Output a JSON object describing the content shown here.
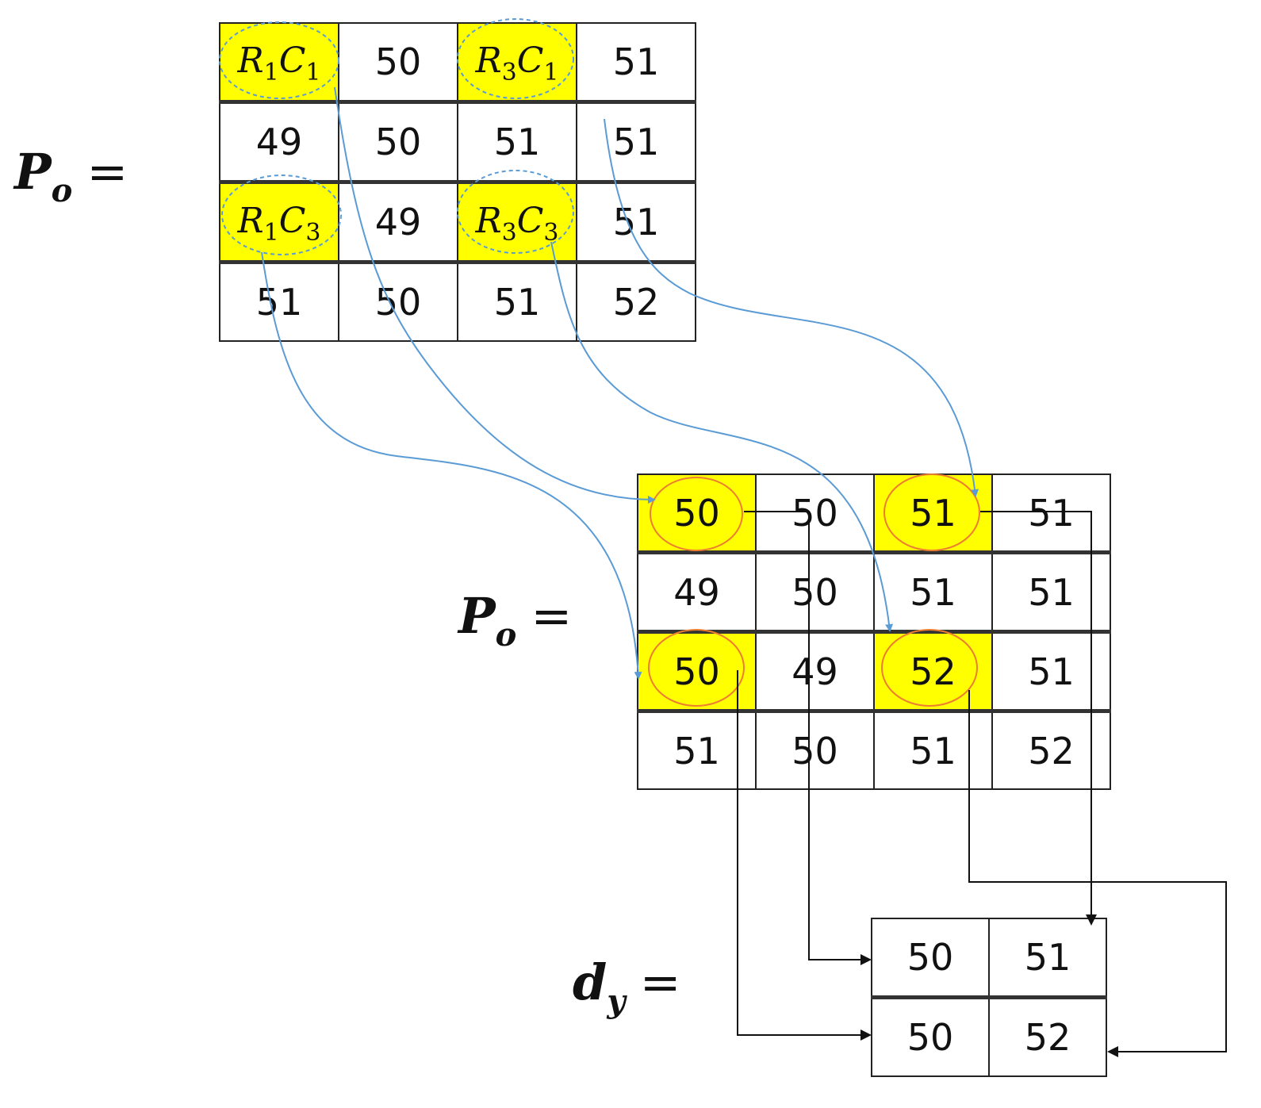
{
  "top_matrix": {
    "label": "P",
    "label_sub": "o",
    "equals": "=",
    "rows": [
      [
        {
          "r": "1",
          "c": "1"
        },
        "50",
        {
          "r": "3",
          "c": "1"
        },
        "51"
      ],
      [
        "49",
        "50",
        "51",
        "51"
      ],
      [
        {
          "r": "1",
          "c": "3"
        },
        "49",
        {
          "r": "3",
          "c": "3"
        },
        "51"
      ],
      [
        "51",
        "50",
        "51",
        "52"
      ]
    ]
  },
  "middle_matrix": {
    "label": "P",
    "label_sub": "o",
    "equals": "=",
    "rows": [
      [
        "50",
        "50",
        "51",
        "51"
      ],
      [
        "49",
        "50",
        "51",
        "51"
      ],
      [
        "50",
        "49",
        "52",
        "51"
      ],
      [
        "51",
        "50",
        "51",
        "52"
      ]
    ]
  },
  "result_matrix": {
    "label": "d",
    "label_sub": "y",
    "equals": "=",
    "rows": [
      [
        "50",
        "51"
      ],
      [
        "50",
        "52"
      ]
    ]
  },
  "colors": {
    "highlight": "#ffff00",
    "blue_arrow": "#5b9bd5",
    "ellipse_top": "#5b9bd5",
    "ellipse_mid": "#ed7d31",
    "black_arrow": "#111111"
  }
}
